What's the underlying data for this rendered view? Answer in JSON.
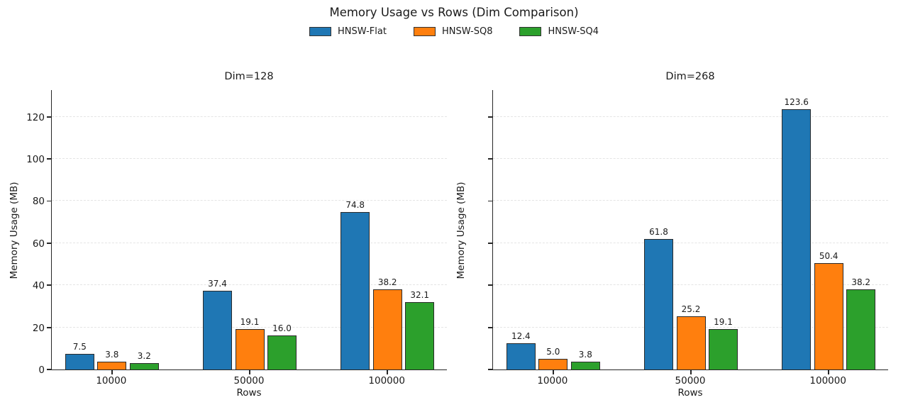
{
  "chart_data": {
    "type": "bar",
    "title": "Memory Usage vs Rows (Dim Comparison)",
    "xlabel": "Rows",
    "ylabel": "Memory Usage (MB)",
    "ylim": [
      0,
      133
    ],
    "yticks": [
      0,
      20,
      40,
      60,
      80,
      100,
      120
    ],
    "grid": "horizontal-dashed",
    "legend_position": "top-center",
    "legend": [
      {
        "label": "HNSW-Flat",
        "color": "#1f77b4"
      },
      {
        "label": "HNSW-SQ8",
        "color": "#ff7f0e"
      },
      {
        "label": "HNSW-SQ4",
        "color": "#2ca02c"
      }
    ],
    "categories": [
      "10000",
      "50000",
      "100000"
    ],
    "subplots": [
      {
        "title": "Dim=128",
        "show_ytick_labels": true,
        "series": [
          {
            "name": "HNSW-Flat",
            "color": "#1f77b4",
            "values": [
              7.5,
              37.4,
              74.8
            ]
          },
          {
            "name": "HNSW-SQ8",
            "color": "#ff7f0e",
            "values": [
              3.8,
              19.1,
              38.2
            ]
          },
          {
            "name": "HNSW-SQ4",
            "color": "#2ca02c",
            "values": [
              3.2,
              16.0,
              32.1
            ]
          }
        ]
      },
      {
        "title": "Dim=268",
        "show_ytick_labels": false,
        "series": [
          {
            "name": "HNSW-Flat",
            "color": "#1f77b4",
            "values": [
              12.4,
              61.8,
              123.6
            ]
          },
          {
            "name": "HNSW-SQ8",
            "color": "#ff7f0e",
            "values": [
              5.0,
              25.2,
              50.4
            ]
          },
          {
            "name": "HNSW-SQ4",
            "color": "#2ca02c",
            "values": [
              3.8,
              19.1,
              38.2
            ]
          }
        ]
      }
    ]
  }
}
